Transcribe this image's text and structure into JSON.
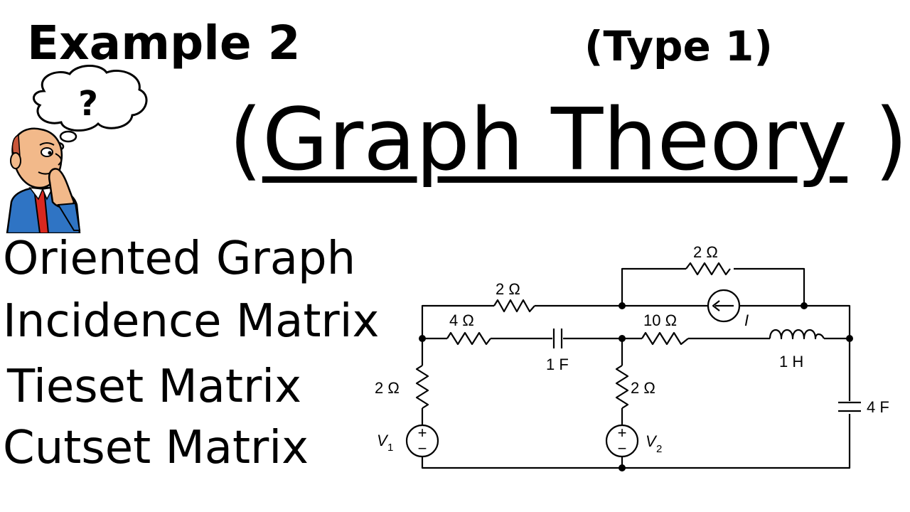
{
  "header": {
    "example_label": "Example 2",
    "type_label": "(Type 1)",
    "main_title_open": "(",
    "main_title_text": "Graph Theory",
    "main_title_close": " )"
  },
  "thinker": {
    "question_mark": "?"
  },
  "topics": [
    "Oriented Graph",
    "Incidence Matrix",
    "Tieset Matrix",
    "Cutset Matrix"
  ],
  "circuit": {
    "labels": {
      "r_top": "2 Ω",
      "r_upper_left": "2 Ω",
      "r_left_mid": "4 Ω",
      "r_center_mid": "10 Ω",
      "r_left_vertical": "2 Ω",
      "r_center_vertical": "2 Ω",
      "cap_mid": "1 F",
      "ind_mid": "1 H",
      "cap_right": "4 F",
      "current_source": "I",
      "v1": "V",
      "v1_sub": "1",
      "v2": "V",
      "v2_sub": "2",
      "plus": "+",
      "minus": "−"
    }
  }
}
